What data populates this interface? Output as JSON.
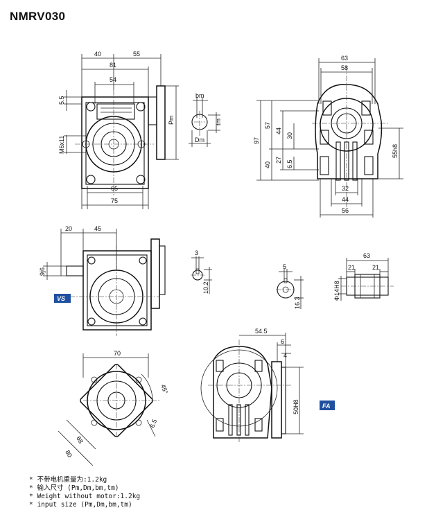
{
  "title": "NMRV030",
  "badges": {
    "vs": "VS",
    "fa": "FA"
  },
  "colors": {
    "badge": "#1f4fa0",
    "line": "#111111"
  },
  "view_main": {
    "dims": {
      "top_40": "40",
      "top_55": "55",
      "top_81": "81",
      "top_54": "54",
      "left_55": "5.5",
      "left_m6": "M6x11",
      "bot_65": "65",
      "bot_75": "75",
      "pm": "Pm",
      "bm": "bm",
      "tm": "tm",
      "dm": "Dm"
    }
  },
  "view_side": {
    "dims": {
      "w63": "63",
      "w58": "58",
      "h97": "97",
      "h57": "57",
      "h44": "44",
      "h30": "30",
      "h40": "40",
      "h27": "27",
      "h65": "6.5",
      "h55h8": "55h8",
      "b32": "32",
      "b44": "44",
      "b56": "56"
    }
  },
  "view_vs": {
    "dims": {
      "d20": "20",
      "d45": "45",
      "d9j6": "9j6"
    }
  },
  "key_small": {
    "dims": {
      "k3": "3",
      "k102": "10.2"
    }
  },
  "key_hole": {
    "dims": {
      "k5": "5",
      "k163": "16.3"
    }
  },
  "shaft": {
    "dims": {
      "s63": "63",
      "s21a": "21",
      "s21b": "21",
      "s14h8": "Φ14H8"
    }
  },
  "flange": {
    "dims": {
      "f70": "70",
      "f45": "45°",
      "f68": "68",
      "f80": "80",
      "f65": "6.5"
    }
  },
  "view_fa": {
    "dims": {
      "a545": "54.5",
      "a6": "6",
      "a4": "4",
      "a50h8": "50H8"
    }
  },
  "notes": [
    "* 不带电机重量为:1.2kg",
    "* 输入尺寸 (Pm,Dm,bm,tm)",
    "* Weight without motor:1.2kg",
    "* input size (Pm,Dm,bm,tm)"
  ]
}
